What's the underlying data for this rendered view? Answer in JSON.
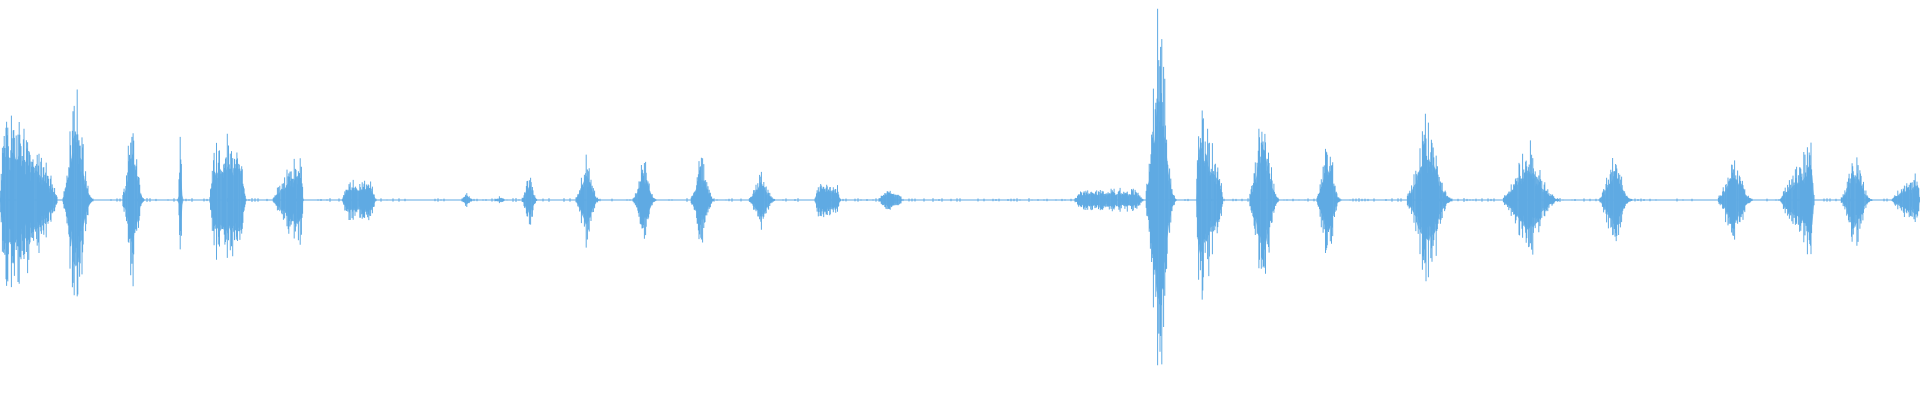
{
  "waveform": {
    "color": "#5faae3",
    "baseline_color": "#5faae3",
    "baseline_normalized_level": 0.0,
    "bursts": [
      {
        "start": 0.0,
        "end": 0.03,
        "peak": 0.55,
        "shape": "decay",
        "density": 0.9
      },
      {
        "start": 0.033,
        "end": 0.048,
        "peak": 0.6,
        "shape": "bell",
        "density": 0.9
      },
      {
        "start": 0.064,
        "end": 0.075,
        "peak": 0.42,
        "shape": "bell",
        "density": 0.9
      },
      {
        "start": 0.092,
        "end": 0.096,
        "peak": 0.35,
        "shape": "spike",
        "density": 0.7
      },
      {
        "start": 0.109,
        "end": 0.128,
        "peak": 0.3,
        "shape": "plateau",
        "density": 0.9
      },
      {
        "start": 0.142,
        "end": 0.158,
        "peak": 0.27,
        "shape": "rise",
        "density": 0.9
      },
      {
        "start": 0.178,
        "end": 0.196,
        "peak": 0.1,
        "shape": "plateau",
        "density": 0.9
      },
      {
        "start": 0.24,
        "end": 0.247,
        "peak": 0.04,
        "shape": "bell",
        "density": 0.8
      },
      {
        "start": 0.257,
        "end": 0.265,
        "peak": 0.02,
        "shape": "bell",
        "density": 0.6
      },
      {
        "start": 0.272,
        "end": 0.28,
        "peak": 0.14,
        "shape": "bell",
        "density": 0.9
      },
      {
        "start": 0.3,
        "end": 0.312,
        "peak": 0.24,
        "shape": "bell",
        "density": 0.9
      },
      {
        "start": 0.33,
        "end": 0.342,
        "peak": 0.2,
        "shape": "bell",
        "density": 0.9
      },
      {
        "start": 0.36,
        "end": 0.372,
        "peak": 0.22,
        "shape": "bell",
        "density": 0.9
      },
      {
        "start": 0.39,
        "end": 0.404,
        "peak": 0.14,
        "shape": "bell",
        "density": 0.9
      },
      {
        "start": 0.424,
        "end": 0.438,
        "peak": 0.08,
        "shape": "plateau",
        "density": 0.9
      },
      {
        "start": 0.458,
        "end": 0.47,
        "peak": 0.05,
        "shape": "plateau",
        "density": 0.8
      },
      {
        "start": 0.559,
        "end": 0.596,
        "peak": 0.06,
        "shape": "plateau",
        "density": 0.9
      },
      {
        "start": 0.597,
        "end": 0.612,
        "peak": 0.95,
        "shape": "bell",
        "density": 0.95
      },
      {
        "start": 0.623,
        "end": 0.637,
        "peak": 0.55,
        "shape": "decay",
        "density": 0.9
      },
      {
        "start": 0.651,
        "end": 0.666,
        "peak": 0.48,
        "shape": "bell",
        "density": 0.9
      },
      {
        "start": 0.686,
        "end": 0.698,
        "peak": 0.33,
        "shape": "bell",
        "density": 0.9
      },
      {
        "start": 0.733,
        "end": 0.756,
        "peak": 0.42,
        "shape": "bell",
        "density": 0.9
      },
      {
        "start": 0.783,
        "end": 0.812,
        "peak": 0.28,
        "shape": "bell",
        "density": 0.9
      },
      {
        "start": 0.833,
        "end": 0.85,
        "peak": 0.22,
        "shape": "bell",
        "density": 0.9
      },
      {
        "start": 0.895,
        "end": 0.913,
        "peak": 0.22,
        "shape": "bell",
        "density": 0.9
      },
      {
        "start": 0.927,
        "end": 0.945,
        "peak": 0.31,
        "shape": "rise",
        "density": 0.9
      },
      {
        "start": 0.959,
        "end": 0.975,
        "peak": 0.23,
        "shape": "bell",
        "density": 0.9
      },
      {
        "start": 0.985,
        "end": 1.0,
        "peak": 0.15,
        "shape": "rise",
        "density": 0.9
      }
    ]
  }
}
